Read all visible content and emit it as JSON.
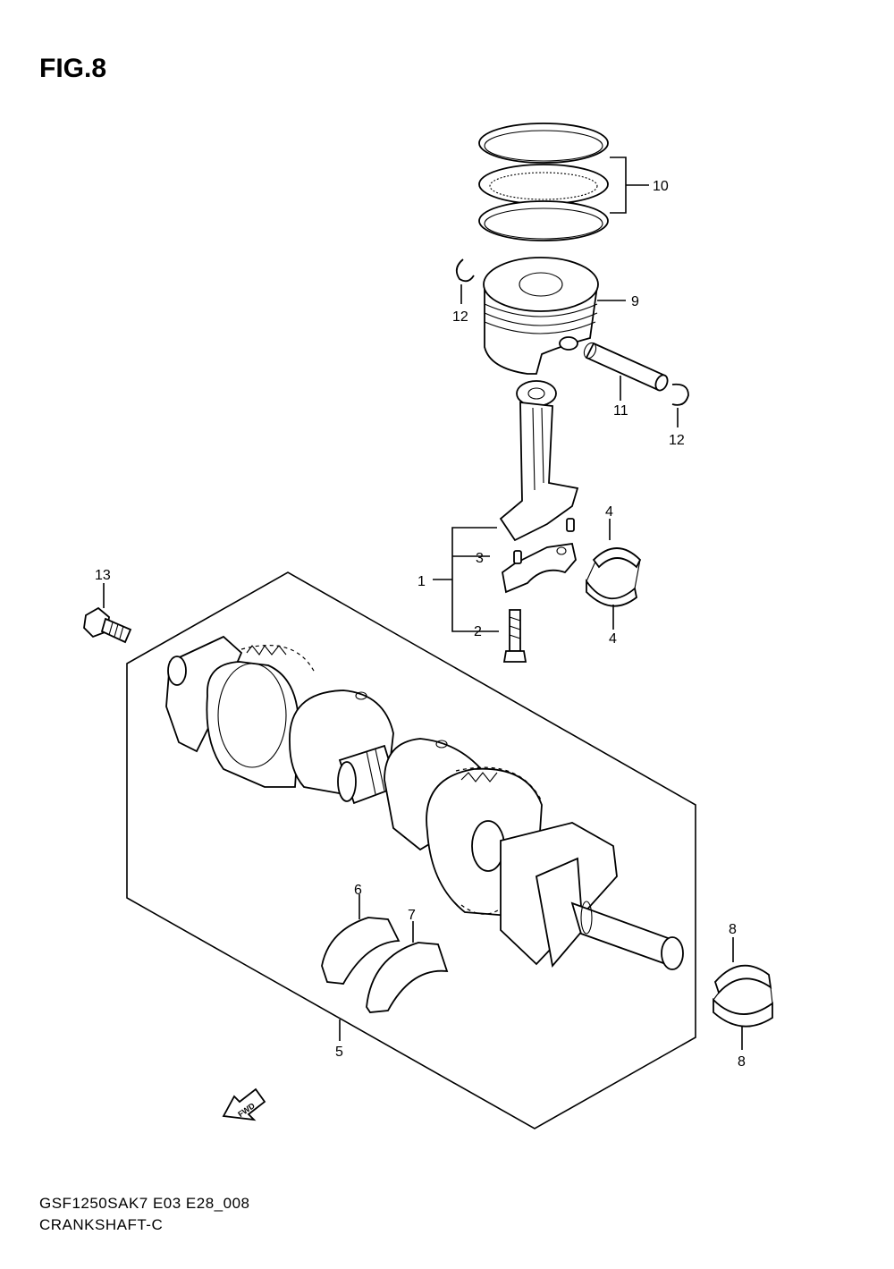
{
  "figure_title": "FIG.8",
  "footer": {
    "model_code": "GSF1250SAK7 E03 E28_008",
    "section_name": "CRANKSHAFT-C"
  },
  "fwd_label": "FWD",
  "callouts": {
    "c1": "1",
    "c2": "2",
    "c3": "3",
    "c4a": "4",
    "c4b": "4",
    "c5": "5",
    "c6": "6",
    "c7": "7",
    "c8a": "8",
    "c8b": "8",
    "c9": "9",
    "c10": "10",
    "c11": "11",
    "c12a": "12",
    "c12b": "12",
    "c13": "13"
  }
}
